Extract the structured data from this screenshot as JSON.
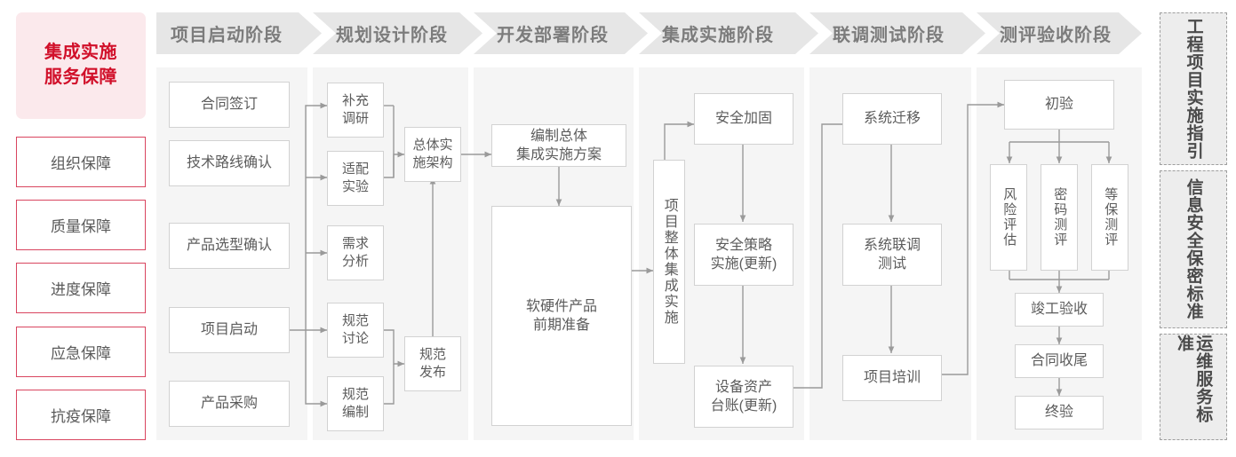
{
  "diagram": {
    "title_block": {
      "label": "集成实施\n服务保障",
      "bg": "#FBE9EC",
      "fg": "#D1102A"
    },
    "guarantees": [
      {
        "label": "组织保障"
      },
      {
        "label": "质量保障"
      },
      {
        "label": "进度保障"
      },
      {
        "label": "应急保障"
      },
      {
        "label": "抗疫保障"
      }
    ],
    "phases": [
      {
        "id": "start",
        "label": "项目启动阶段"
      },
      {
        "id": "plan",
        "label": "规划设计阶段"
      },
      {
        "id": "dev",
        "label": "开发部署阶段"
      },
      {
        "id": "integ",
        "label": "集成实施阶段"
      },
      {
        "id": "test",
        "label": "联调测试阶段"
      },
      {
        "id": "accept",
        "label": "测评验收阶段"
      }
    ],
    "nodes": {
      "start": [
        {
          "label": "合同签订"
        },
        {
          "label": "技术路线确认"
        },
        {
          "label": "产品选型确认"
        },
        {
          "label": "项目启动"
        },
        {
          "label": "产品采购"
        }
      ],
      "plan": [
        {
          "label": "补充\n调研"
        },
        {
          "label": "适配\n实验"
        },
        {
          "label": "需求\n分析"
        },
        {
          "label": "规范\n讨论"
        },
        {
          "label": "规范\n编制"
        },
        {
          "label": "总体实\n施架构"
        },
        {
          "label": "规范\n发布"
        }
      ],
      "dev": [
        {
          "label": "编制总体\n集成实施方案"
        },
        {
          "label": "软硬件产品\n前期准备"
        }
      ],
      "integ": [
        {
          "label": "项目整体集成实施",
          "vertical": true
        },
        {
          "label": "安全加固"
        },
        {
          "label": "安全策略\n实施(更新)"
        },
        {
          "label": "设备资产\n台账(更新)"
        }
      ],
      "test": [
        {
          "label": "系统迁移"
        },
        {
          "label": "系统联调\n测试"
        },
        {
          "label": "项目培训"
        }
      ],
      "accept": [
        {
          "label": "初验"
        },
        {
          "label": "风险评估",
          "vertical": true
        },
        {
          "label": "密码测评",
          "vertical": true
        },
        {
          "label": "等保测评",
          "vertical": true
        },
        {
          "label": "竣工验收"
        },
        {
          "label": "合同收尾"
        },
        {
          "label": "终验"
        }
      ]
    },
    "standards": [
      {
        "label": "工程项目实施指引"
      },
      {
        "label": "信息安全保密标准"
      },
      {
        "label": "运维服务标准"
      }
    ],
    "colors": {
      "accent_red": "#D1102A",
      "guarantee_border": "#D9455F",
      "column_bg": "#F5F5F5",
      "header_bg": "#E6E6E6",
      "header_fg": "#7C7C7C",
      "node_border": "#D2D2D2",
      "connector": "#9A9A9A"
    }
  }
}
